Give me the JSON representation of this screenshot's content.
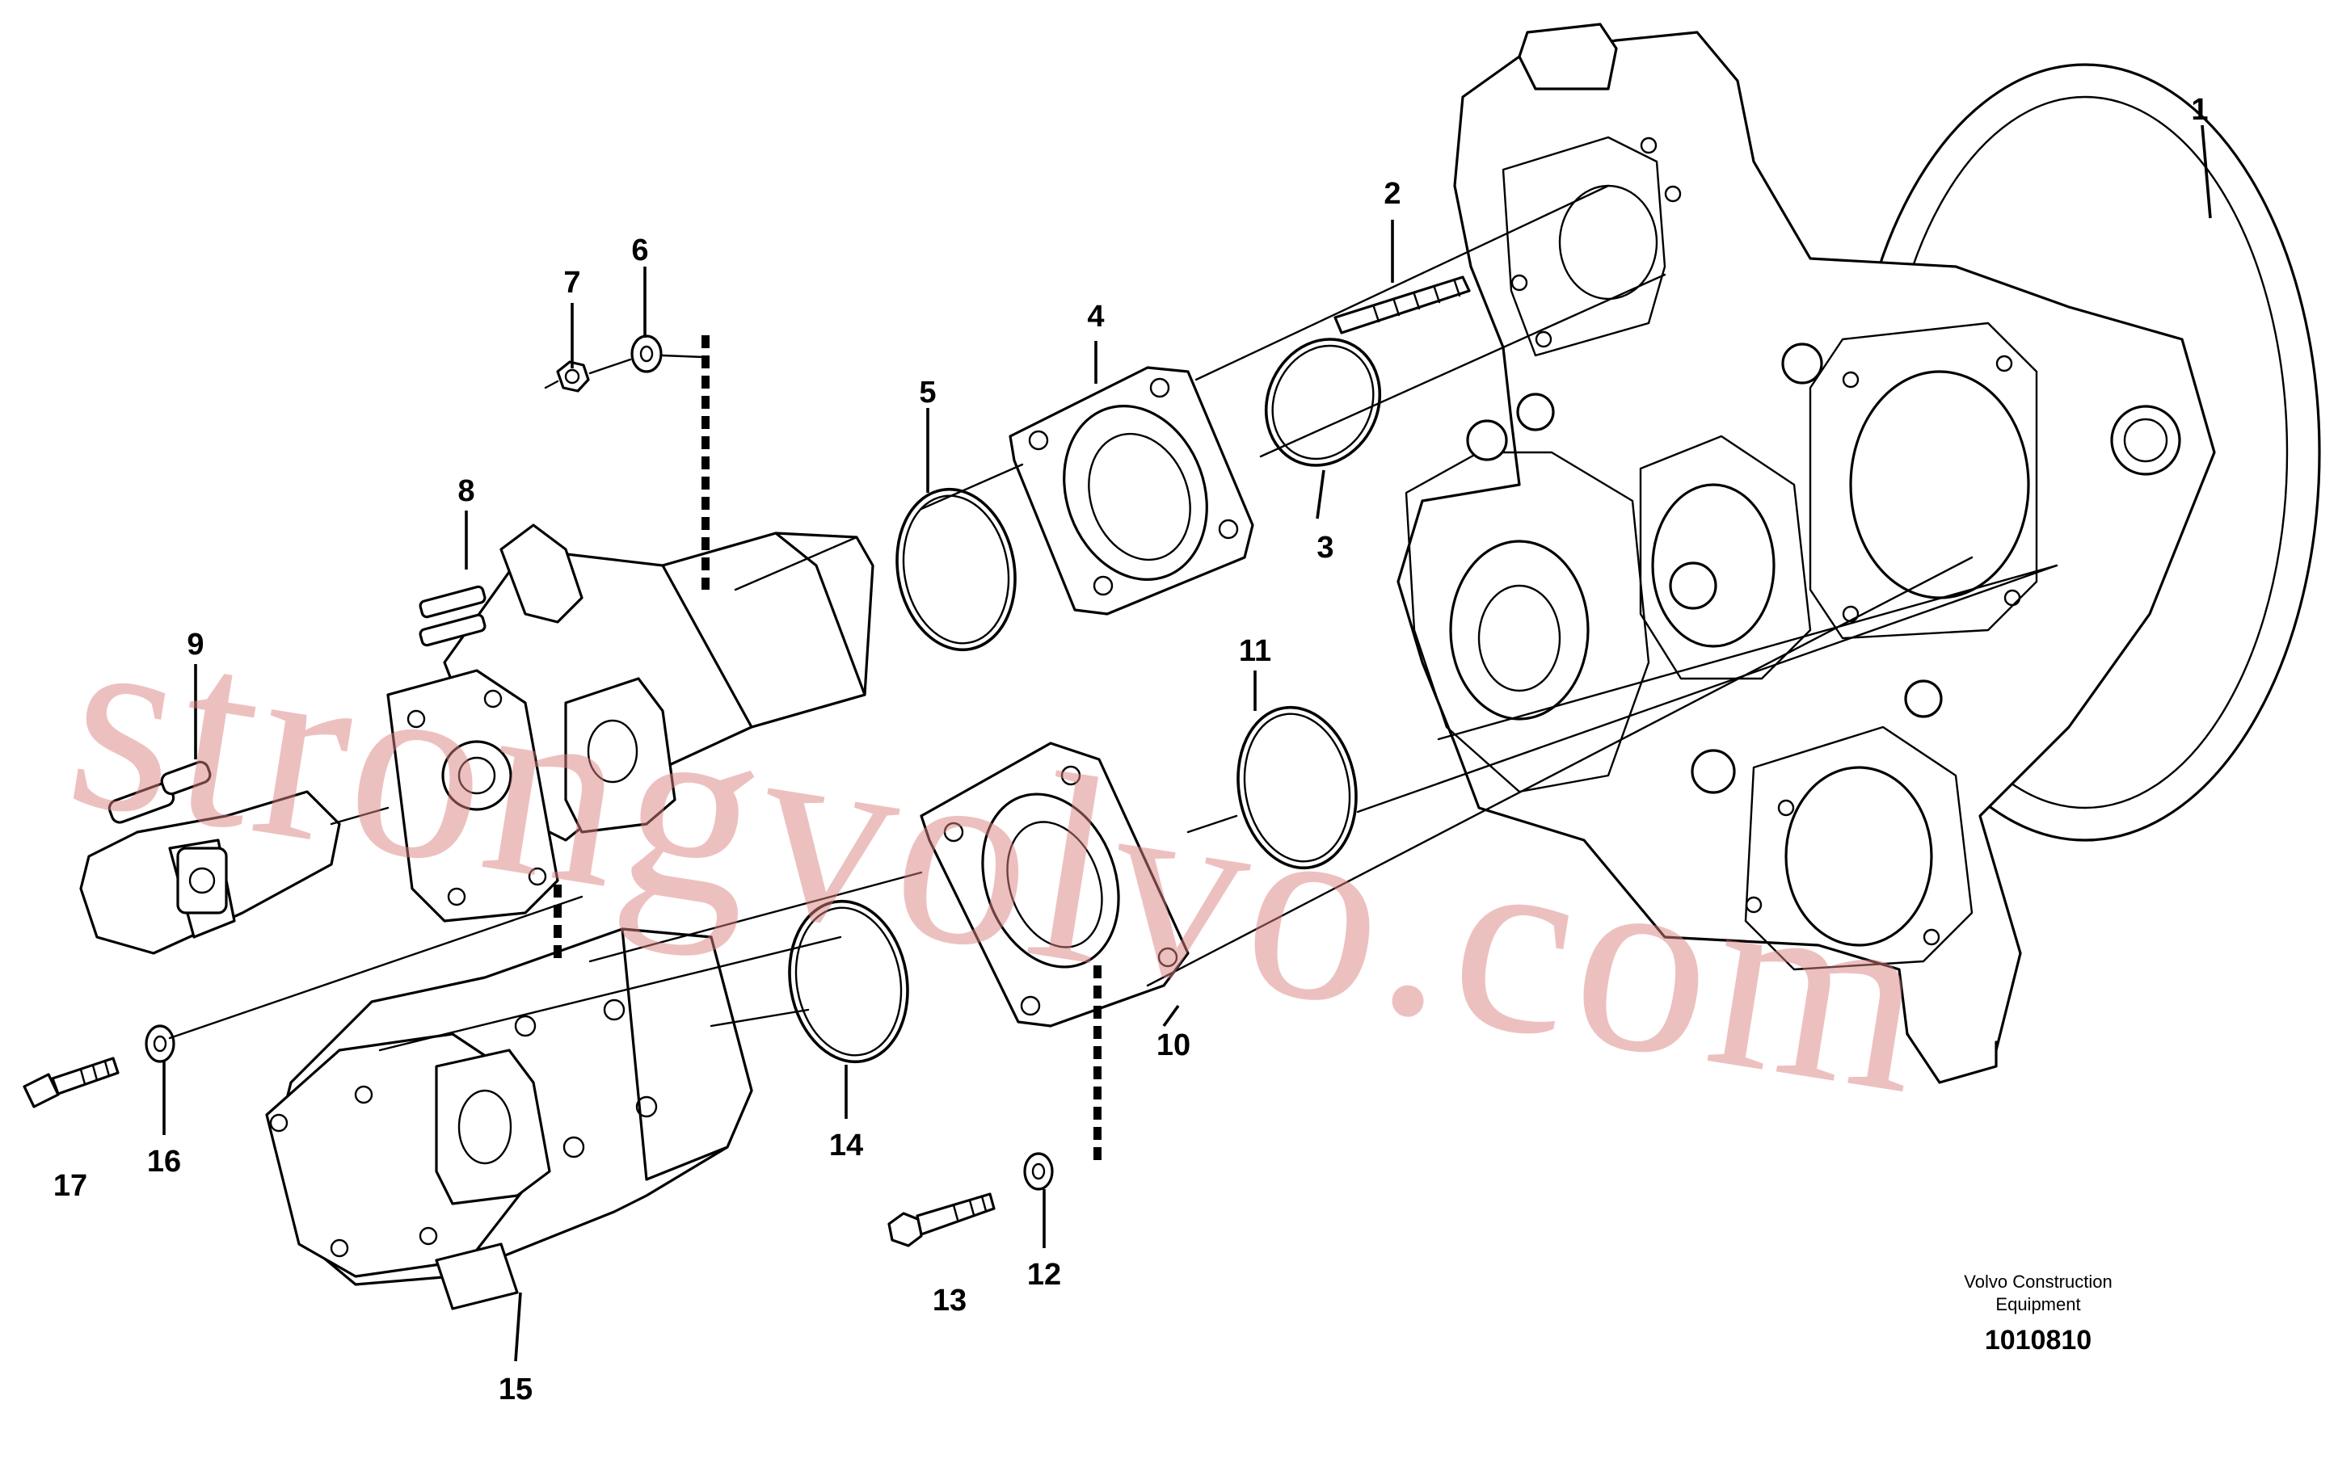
{
  "diagram": {
    "callouts": [
      "1",
      "2",
      "3",
      "4",
      "5",
      "6",
      "7",
      "8",
      "9",
      "10",
      "11",
      "12",
      "13",
      "14",
      "15",
      "16",
      "17"
    ],
    "footer": {
      "publisher_line1": "Volvo Construction",
      "publisher_line2": "Equipment",
      "drawing_number": "1010810"
    },
    "watermark": "strongvolvo.com"
  }
}
